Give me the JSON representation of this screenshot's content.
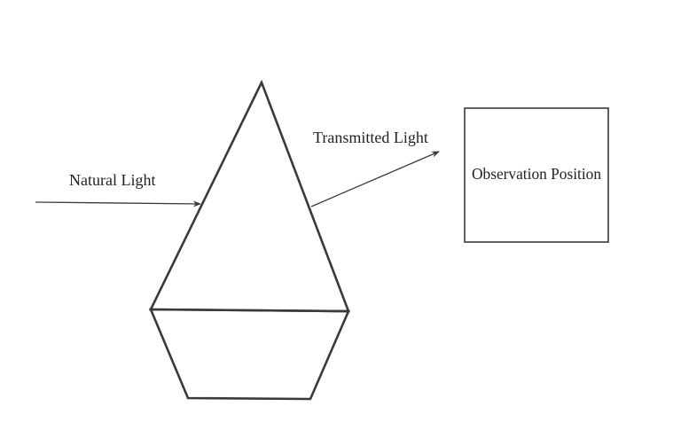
{
  "labels": {
    "natural_light": "Natural Light",
    "transmitted_light": "Transmitted Light",
    "observation_position": "Observation Position"
  },
  "colors": {
    "stroke": "#3a3a3a",
    "text": "#222222",
    "background": "#ffffff"
  }
}
